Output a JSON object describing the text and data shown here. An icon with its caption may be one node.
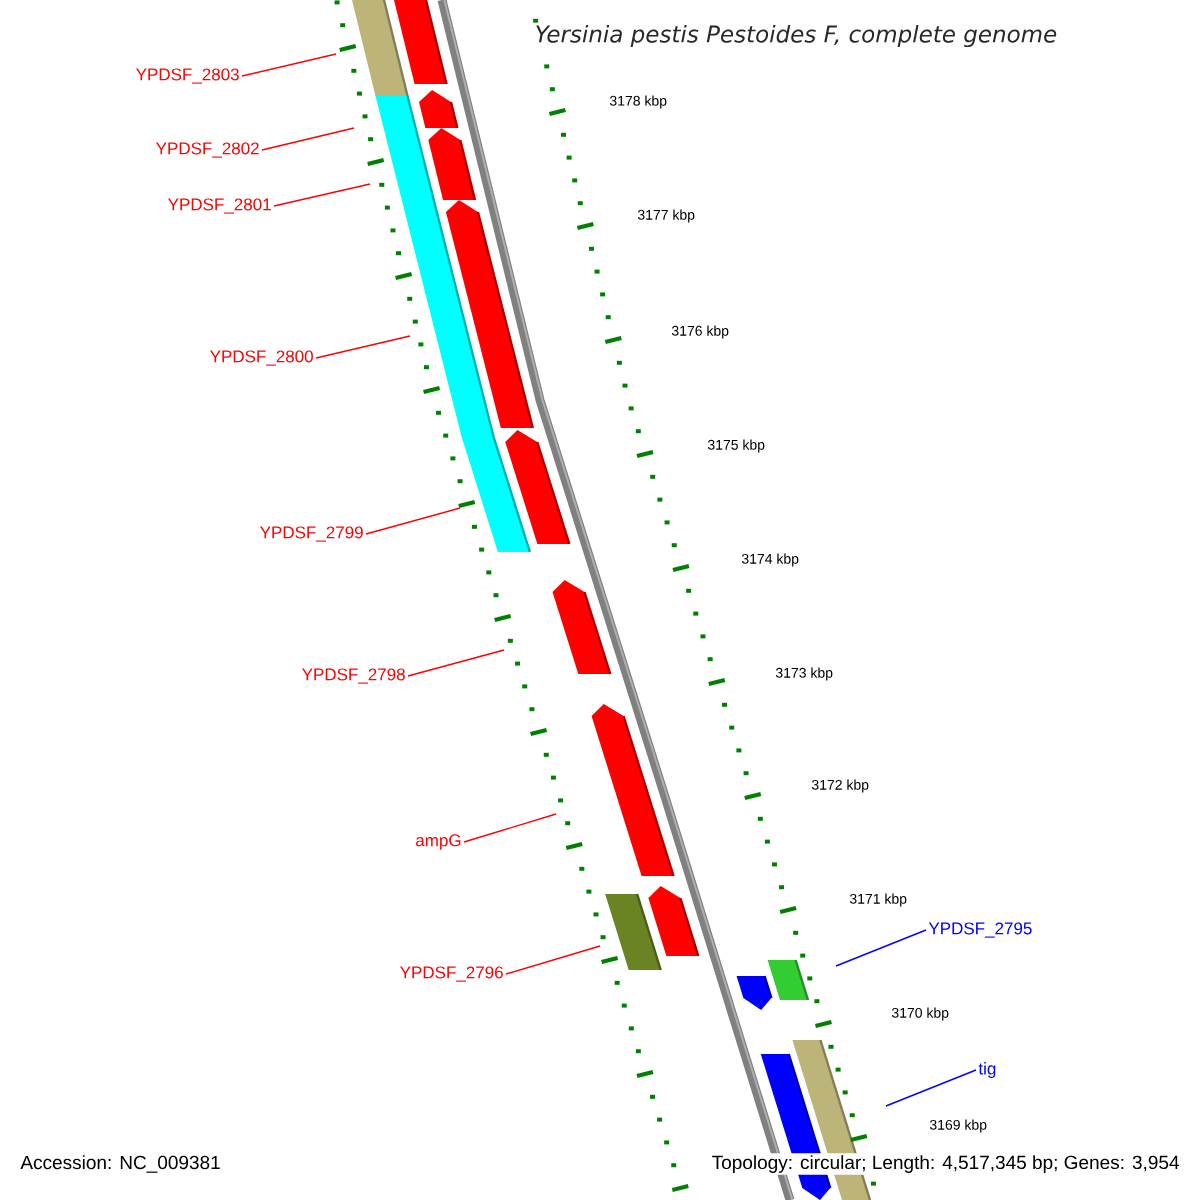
{
  "diagram": {
    "title": "Yersinia pestis Pestoides F, complete genome",
    "nodes": [
      {
        "text": [
          "YPDSF_2803"
        ]
      },
      {
        "text": [
          "YPDSF_2802"
        ]
      },
      {
        "text": [
          "YPDSF_2801"
        ]
      },
      {
        "text": [
          "YPDSF_2800"
        ]
      },
      {
        "text": [
          "YPDSF_2799"
        ]
      },
      {
        "text": [
          "YPDSF_2798"
        ]
      },
      {
        "text": [
          "ampG"
        ]
      },
      {
        "text": [
          "YPDSF_2796"
        ]
      },
      {
        "text": [
          "YPDSF_2795"
        ]
      },
      {
        "text": [
          "tig"
        ]
      }
    ],
    "edges": [
      {
        "from": 0,
        "to": null,
        "arrow": "none"
      },
      {
        "from": 1,
        "to": null,
        "arrow": "none"
      },
      {
        "from": 2,
        "to": null,
        "arrow": "none"
      },
      {
        "from": 3,
        "to": null,
        "arrow": "none"
      },
      {
        "from": 4,
        "to": null,
        "arrow": "none"
      },
      {
        "from": 5,
        "to": null,
        "arrow": "none"
      },
      {
        "from": 6,
        "to": null,
        "arrow": "none"
      },
      {
        "from": 7,
        "to": null,
        "arrow": "none"
      },
      {
        "from": 8,
        "to": null,
        "arrow": "none",
        "color": "#0000ff"
      },
      {
        "from": 9,
        "to": null,
        "arrow": "none",
        "color": "#0000ff"
      }
    ],
    "labels": [
      "3178 kbp",
      "3177 kbp",
      "3176 kbp",
      "3175 kbp",
      "3174 kbp",
      "3173 kbp",
      "3172 kbp",
      "3171 kbp",
      "3170 kbp",
      "3169 kbp",
      "Accession: NC_009381",
      "Topology: circular; Length: 4,517,345 bp; Genes: 3,954"
    ]
  }
}
